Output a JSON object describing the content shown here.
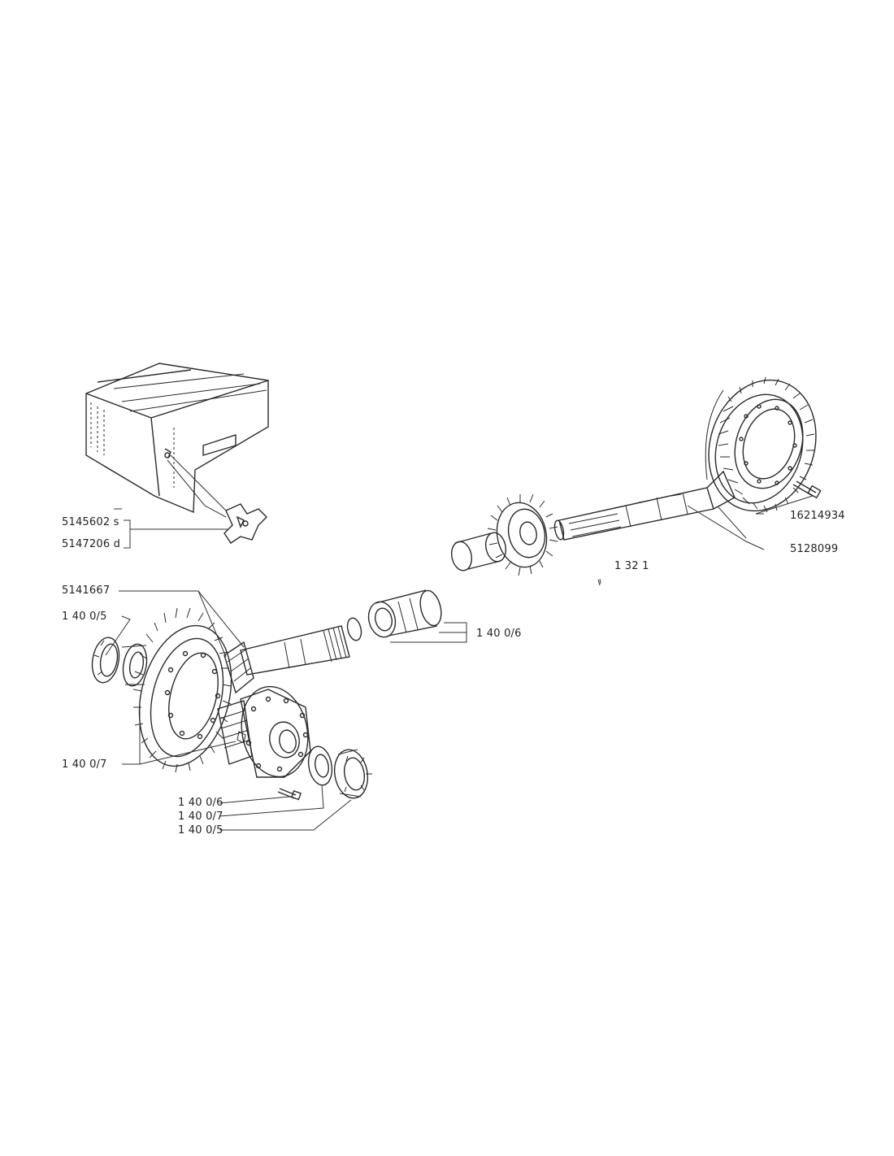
{
  "callouts": {
    "part_5145602_s": "5145602 s",
    "part_5147206_d": "5147206 d",
    "part_5141667": "5141667",
    "part_1400_5_upper": "1 40 0/5",
    "part_1400_6_right": "1 40 0/6",
    "part_1400_7_left": "1 40 0/7",
    "part_1400_6_lower": "1 40 0/6",
    "part_1400_7_lower": "1 40 0/7",
    "part_1400_5_lower": "1 40 0/5",
    "part_16214934": "16214934",
    "part_5128099": "5128099",
    "part_1321": "1 32 1"
  },
  "colors": {
    "line": "#2a2a2a",
    "text": "#222222",
    "background": "#ffffff"
  }
}
